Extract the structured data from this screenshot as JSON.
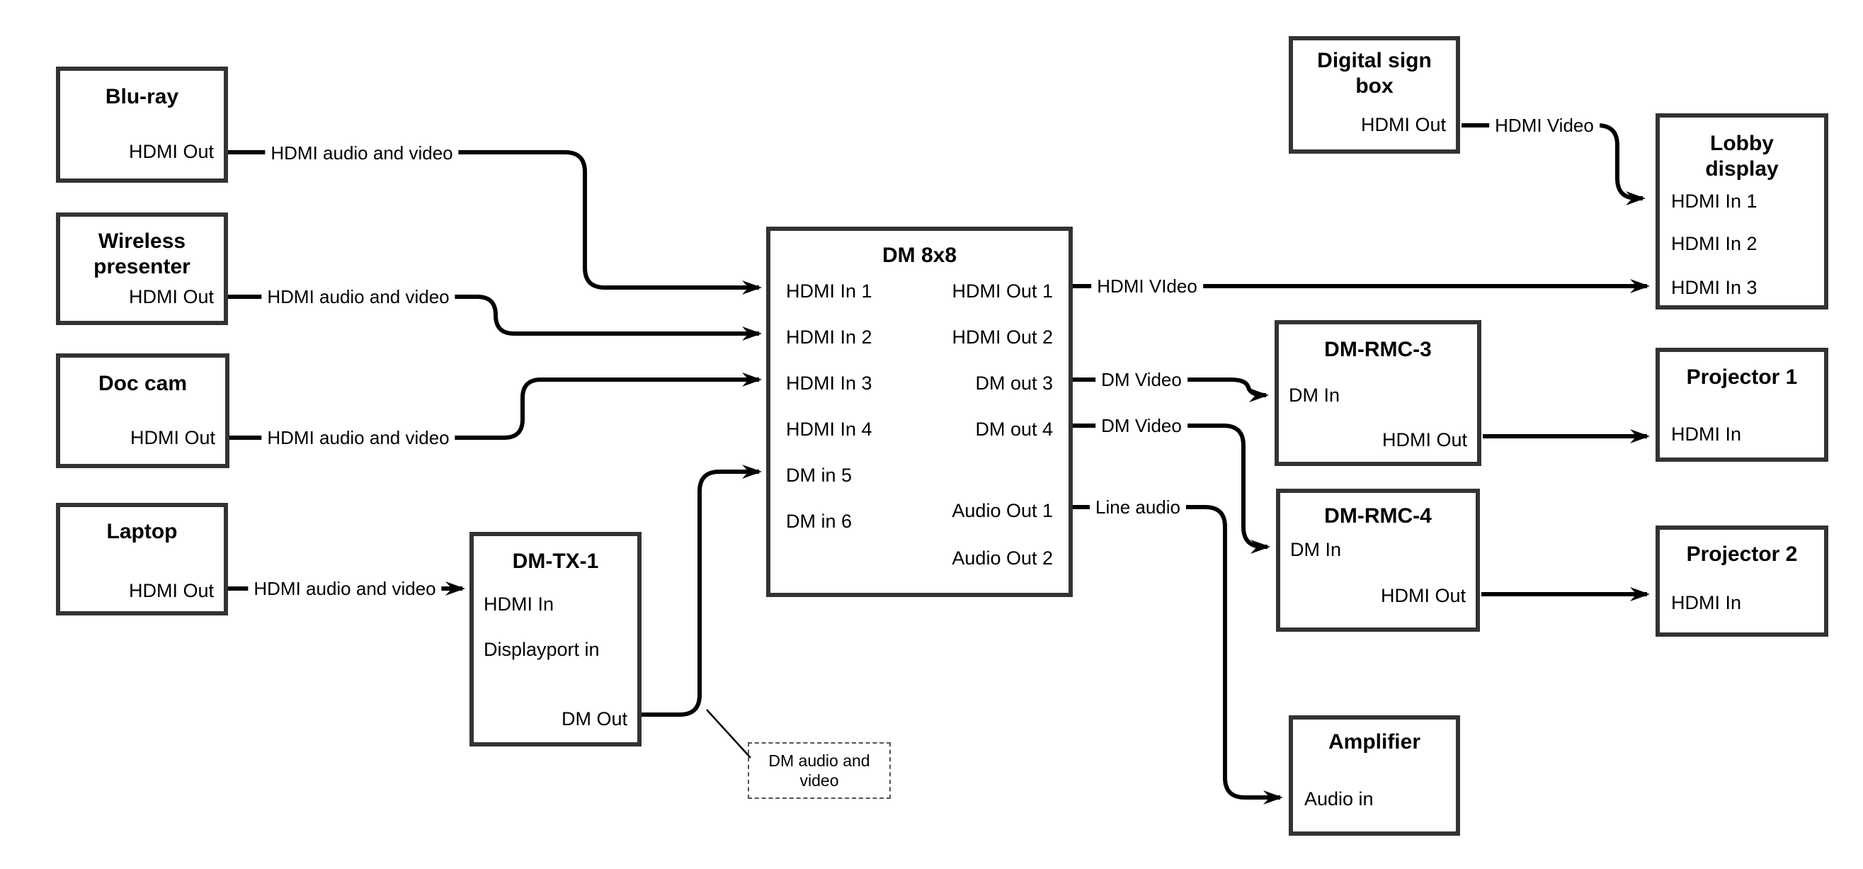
{
  "boxes": {
    "bluray": {
      "title": "Blu-ray",
      "hdmi_out": "HDMI Out"
    },
    "wireless_presenter": {
      "title": "Wireless presenter",
      "hdmi_out": "HDMI Out"
    },
    "doc_cam": {
      "title": "Doc cam",
      "hdmi_out": "HDMI Out"
    },
    "laptop": {
      "title": "Laptop",
      "hdmi_out": "HDMI Out"
    },
    "dm_tx_1": {
      "title": "DM-TX-1",
      "hdmi_in": "HDMI In",
      "displayport_in": "Displayport in",
      "dm_out": "DM Out"
    },
    "dm_8x8": {
      "title": "DM 8x8",
      "hdmi_in_1": "HDMI In 1",
      "hdmi_in_2": "HDMI In 2",
      "hdmi_in_3": "HDMI In 3",
      "hdmi_in_4": "HDMI In 4",
      "dm_in_5": "DM in 5",
      "dm_in_6": "DM in 6",
      "hdmi_out_1": "HDMI Out 1",
      "hdmi_out_2": "HDMI Out 2",
      "dm_out_3": "DM out 3",
      "dm_out_4": "DM out 4",
      "audio_out_1": "Audio Out 1",
      "audio_out_2": "Audio Out 2"
    },
    "digital_sign_box": {
      "title": "Digital sign box",
      "hdmi_out": "HDMI Out"
    },
    "lobby_display": {
      "title": "Lobby display",
      "hdmi_in_1": "HDMI In 1",
      "hdmi_in_2": "HDMI In 2",
      "hdmi_in_3": "HDMI In 3"
    },
    "dm_rmc_3": {
      "title": "DM-RMC-3",
      "dm_in": "DM In",
      "hdmi_out": "HDMI Out"
    },
    "projector_1": {
      "title": "Projector 1",
      "hdmi_in": "HDMI In"
    },
    "dm_rmc_4": {
      "title": "DM-RMC-4",
      "dm_in": "DM In",
      "hdmi_out": "HDMI Out"
    },
    "projector_2": {
      "title": "Projector 2",
      "hdmi_in": "HDMI In"
    },
    "amplifier": {
      "title": "Amplifier",
      "audio_in": "Audio in"
    }
  },
  "connection_labels": {
    "bluray_to_dm8x8": "HDMI audio and video",
    "wireless_to_dm8x8": "HDMI audio and video",
    "doccam_to_dm8x8": "HDMI audio and video",
    "laptop_to_dmtx1": "HDMI audio and video",
    "hdmiout1_to_lobby": "HDMI VIdeo",
    "signbox_to_lobby": "HDMI Video",
    "dmout3_to_rmc3": "DM Video",
    "dmout4_to_rmc4": "DM Video",
    "audioout1_to_amplifier": "Line audio",
    "callout_note": "DM audio and video"
  },
  "colors": {
    "line": "#000000",
    "box_border": "#333333",
    "text": "#000000",
    "background": "#ffffff"
  }
}
